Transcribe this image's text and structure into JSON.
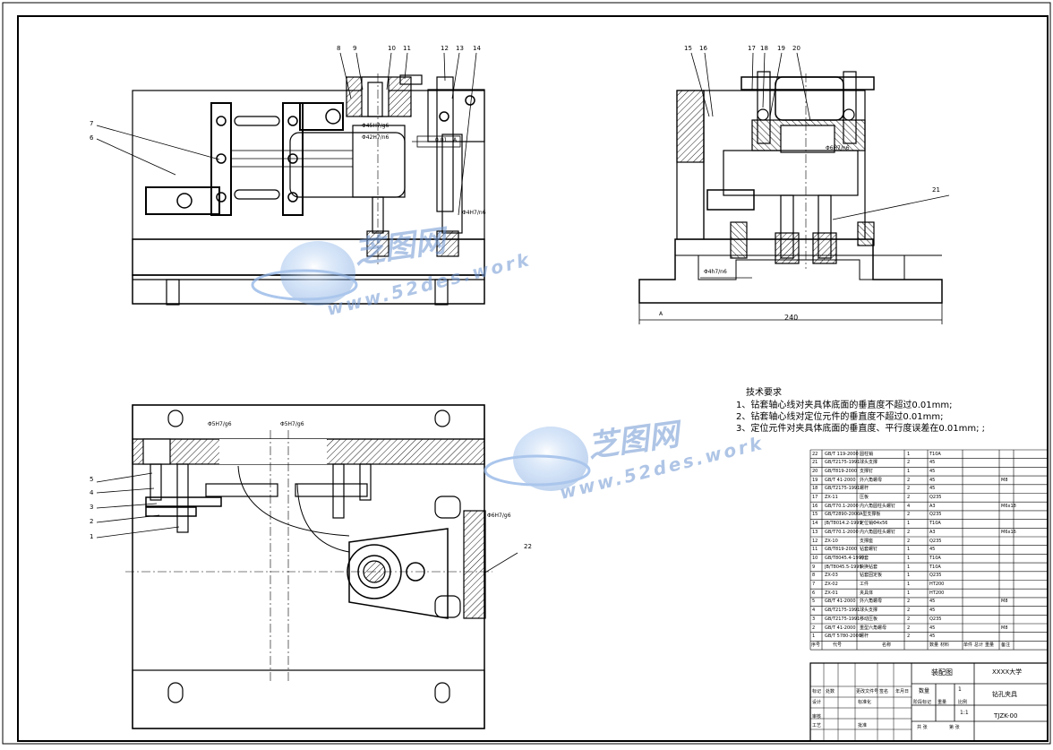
{
  "drawing": {
    "tech_requirements": {
      "title": "技术要求",
      "items": [
        "1、钻套轴心线对夹具体底面的垂直度不超过0.01mm;",
        "2、钻套轴心线对定位元件的垂直度不超过0.01mm;",
        "3、定位元件对夹具体底面的垂直度、平行度误差在0.01mm; ;"
      ]
    },
    "front_view": {
      "callouts": [
        "8",
        "9",
        "10",
        "11",
        "12",
        "13",
        "14",
        "7",
        "6"
      ],
      "dims": [
        "Φ45H7/g6",
        "Φ42H7/n6",
        "0.01",
        "A",
        "Φ4H7/n6"
      ]
    },
    "side_view": {
      "callouts": [
        "15",
        "16",
        "17",
        "18",
        "19",
        "20",
        "21"
      ],
      "dims": [
        "Φ6H7/n6",
        "Φ4h7/n6",
        "A",
        "240"
      ]
    },
    "top_view": {
      "callouts": [
        "5",
        "4",
        "3",
        "2",
        "1",
        "22"
      ],
      "dims": [
        "Φ5H7/g6",
        "Φ5H7/g6",
        "Φ6H7/g6"
      ]
    },
    "bom": {
      "rows": [
        [
          "22",
          "GB/T 119-2000",
          "圆柱销",
          "1",
          "T10A",
          ""
        ],
        [
          "21",
          "GB/T2175-1991",
          "球头支撑",
          "2",
          "45",
          ""
        ],
        [
          "20",
          "GB/T819-2000",
          "支撑钉",
          "1",
          "45",
          ""
        ],
        [
          "19",
          "GB/T 41-2000",
          "外六角螺母",
          "2",
          "45",
          "M8"
        ],
        [
          "18",
          "GB/T2175-1991",
          "螺杆",
          "2",
          "45",
          ""
        ],
        [
          "17",
          "ZX-11",
          "压板",
          "2",
          "Q235",
          ""
        ],
        [
          "16",
          "GB/T70.1-2000",
          "内六角圆柱头螺钉",
          "4",
          "A3",
          "M6x18"
        ],
        [
          "15",
          "GB/T2890-2000",
          "A型支撑板",
          "2",
          "Q235",
          ""
        ],
        [
          "14",
          "JB/T8014.2-1999",
          "定位销Φ4x56",
          "1",
          "T10A",
          ""
        ],
        [
          "13",
          "GB/T70.1-2000",
          "内六角圆柱头螺钉",
          "2",
          "A3",
          "M6x16"
        ],
        [
          "12",
          "ZX-10",
          "支撑座",
          "2",
          "Q235",
          ""
        ],
        [
          "11",
          "GB/T819-2000",
          "钻套螺钉",
          "1",
          "45",
          ""
        ],
        [
          "10",
          "GB/T8045.4-1999",
          "衬套",
          "1",
          "T10A",
          ""
        ],
        [
          "9",
          "JB/T8045.5-1999",
          "快换钻套",
          "1",
          "T10A",
          ""
        ],
        [
          "8",
          "ZX-03",
          "钻套固定板",
          "1",
          "Q235",
          ""
        ],
        [
          "7",
          "ZX-02",
          "工件",
          "1",
          "HT200",
          ""
        ],
        [
          "6",
          "ZX-01",
          "夹具体",
          "1",
          "HT200",
          ""
        ],
        [
          "5",
          "GB/T 41-2000",
          "外六角螺母",
          "2",
          "45",
          "M8"
        ],
        [
          "4",
          "GB/T2175-1991",
          "球头支撑",
          "2",
          "45",
          ""
        ],
        [
          "3",
          "GB/T2175-1991",
          "移动压板",
          "2",
          "Q235",
          ""
        ],
        [
          "2",
          "GB/T 41-2000",
          "重型六角螺母",
          "2",
          "45",
          "M8"
        ],
        [
          "1",
          "GB/T 5780-2000",
          "螺杆",
          "2",
          "45",
          ""
        ]
      ],
      "header": [
        "序号",
        "代号",
        "名称",
        "数量",
        "材料",
        "单件",
        "总计",
        "重量",
        "备注"
      ]
    },
    "title_block": {
      "drawing_name": "装配图",
      "school": "XXXX大学",
      "part_name": "钻孔夹具",
      "drawing_no": "TJZK-00",
      "quantity_label": "数量",
      "quantity": "1",
      "weight_label": "重量",
      "scale_label": "比例",
      "scale": "1:1",
      "stage_label": "阶段标记",
      "design_label": "设计",
      "review_label": "审核",
      "process_label": "工艺",
      "approve_label": "批准",
      "mark_label": "标记",
      "count_label": "处数",
      "zone_label": "更改文件号",
      "sign_label": "签名",
      "date_label": "年月日",
      "std_label": "标准化",
      "sheet_total_label": "共  张",
      "sheet_label": "第  张"
    },
    "watermark": {
      "brand": "芝图网",
      "url": "www.52des.work"
    },
    "colors": {
      "line": "#000000",
      "watermark": "#6f98d6",
      "background": "#ffffff"
    }
  }
}
